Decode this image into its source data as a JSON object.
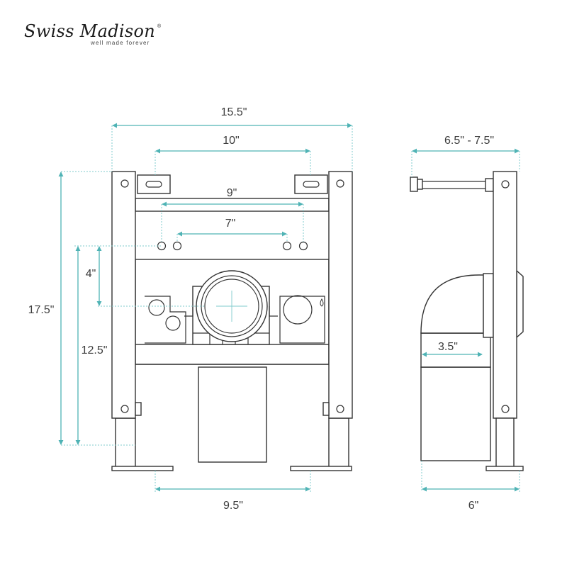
{
  "brand": {
    "name": "Swiss Madison",
    "registered_mark": "®",
    "tagline": "well made forever"
  },
  "colors": {
    "dimension": "#4fb3b5",
    "outline": "#333333"
  },
  "dimensions": {
    "front_total_width": "15.5\"",
    "front_bracket_span": "10\"",
    "front_upper_holes": "9\"",
    "front_inner_holes": "7\"",
    "front_hole_offset": "4\"",
    "front_total_height": "17.5\"",
    "front_hole_height": "12.5\"",
    "front_feet_span": "9.5\"",
    "side_depth_range": "6.5\" - 7.5\"",
    "side_drain_offset": "3.5\"",
    "side_base_depth": "6\""
  }
}
